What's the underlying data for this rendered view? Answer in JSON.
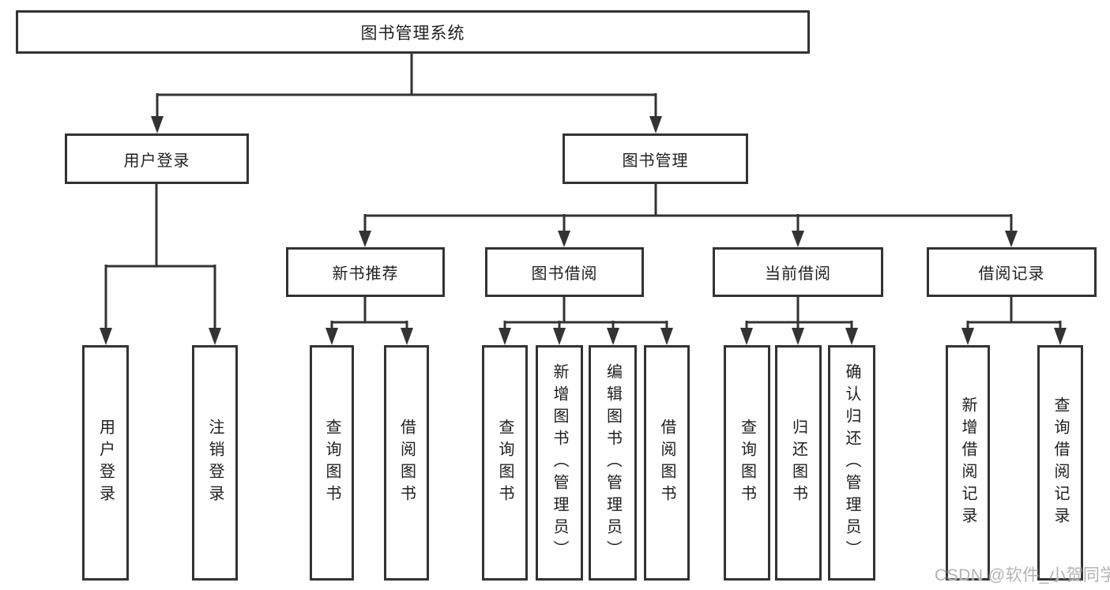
{
  "colors": {
    "line": "#333333",
    "text": "#1f1f1f",
    "wm": "#b3b3b3",
    "bg": "#ffffff"
  },
  "tree": {
    "root": {
      "label": "图书管理系统"
    },
    "children": [
      {
        "label": "用户登录",
        "children": [
          {
            "label": "用户登录"
          },
          {
            "label": "注销登录"
          }
        ]
      },
      {
        "label": "图书管理",
        "children": [
          {
            "label": "新书推荐",
            "children": [
              {
                "label": "查询图书"
              },
              {
                "label": "借阅图书"
              }
            ]
          },
          {
            "label": "图书借阅",
            "children": [
              {
                "label": "查询图书"
              },
              {
                "label": "新增图书（管理员）"
              },
              {
                "label": "编辑图书（管理员）"
              },
              {
                "label": "借阅图书"
              }
            ]
          },
          {
            "label": "当前借阅",
            "children": [
              {
                "label": "查询图书"
              },
              {
                "label": "归还图书"
              },
              {
                "label": "确认归还（管理员）"
              }
            ]
          },
          {
            "label": "借阅记录",
            "children": [
              {
                "label": "新增借阅记录"
              },
              {
                "label": "查询借阅记录"
              }
            ]
          }
        ]
      }
    ]
  },
  "watermark": {
    "text": "CSDN @软件_小贺同学"
  }
}
